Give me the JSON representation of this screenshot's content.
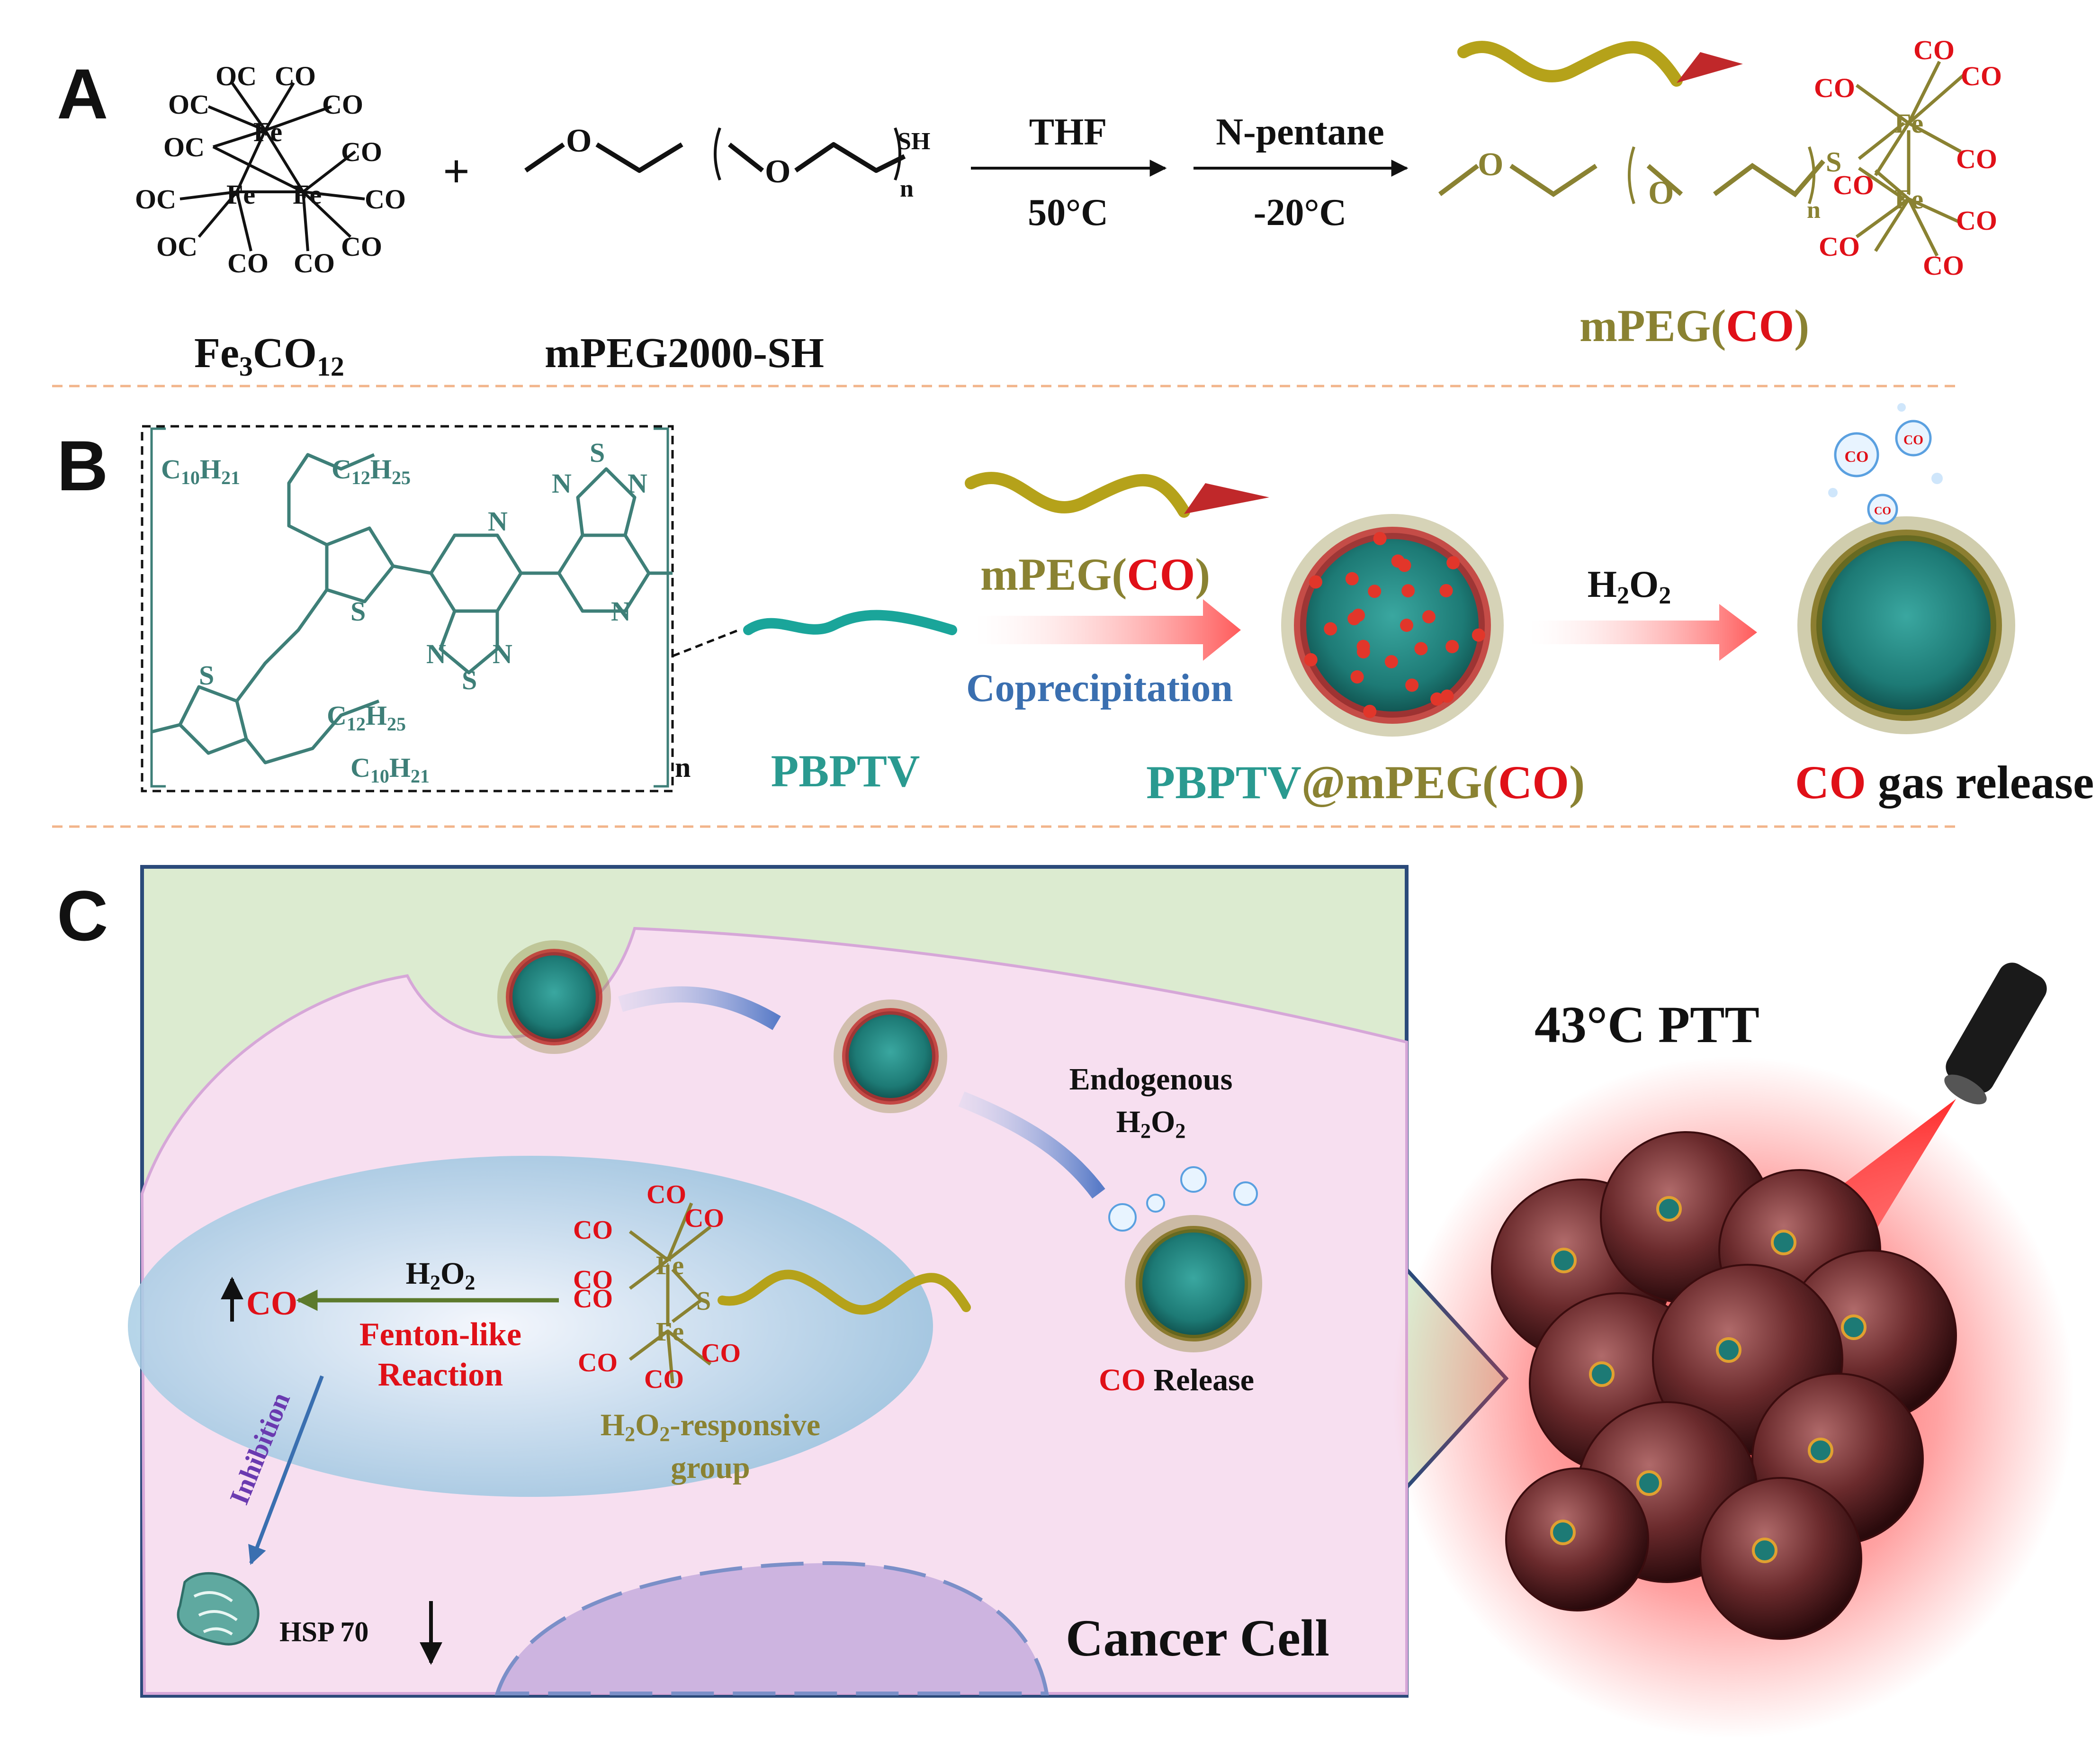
{
  "panels": {
    "a": "A",
    "b": "B",
    "c": "C"
  },
  "colors": {
    "olive": "#8a8232",
    "red": "#e01018",
    "teal": "#2a9a90",
    "blue_text": "#3a6fb0",
    "purple": "#6a3ab0",
    "dark": "#111111",
    "polymer": "#3e7f78"
  },
  "panel_a": {
    "plus": "+",
    "reagent1": {
      "co": "CO",
      "oc": "OC",
      "fe": "Fe",
      "name_base": "Fe",
      "name_sub1": "3",
      "name_mid": "CO",
      "name_sub2": "12"
    },
    "reagent2": {
      "o": "O",
      "sh": "SH",
      "n": "n",
      "name": "mPEG2000-SH"
    },
    "step1": {
      "top": "THF",
      "bottom": "50°C"
    },
    "step2": {
      "top": "N-pentane",
      "bottom": "-20°C"
    },
    "product": {
      "s": "S",
      "fe": "Fe",
      "co": "CO",
      "o": "O",
      "n": "n",
      "name_a": "mPEG(",
      "name_b": "CO",
      "name_c": ")"
    }
  },
  "panel_b": {
    "polymer": {
      "c10h21_a": "C",
      "sub10": "10",
      "h": "H",
      "sub21": "21",
      "c12h25_a": "C",
      "sub12": "12",
      "sub25": "25",
      "s": "S",
      "n_atom": "N",
      "n_repeat": "n"
    },
    "pbptv_label": "PBPTV",
    "reagent_label_a": "mPEG(",
    "reagent_label_b": "CO",
    "reagent_label_c": ")",
    "arrow1_label": "Coprecipitation",
    "np_label_a": "PBPTV",
    "np_label_b": "@mPEG(",
    "np_label_c": "CO",
    "np_label_d": ")",
    "arrow2_label_h": "H",
    "arrow2_label_sub2": "2",
    "arrow2_label_o": "O",
    "release_label_a": "CO",
    "release_label_b": " gas release",
    "bubble_text": "CO"
  },
  "panel_c": {
    "endogenous_line1": "Endogenous",
    "h": "H",
    "o": "O",
    "sub2": "2",
    "co_release_a": "CO",
    "co_release_b": " Release",
    "arrow_label_h2o2": "H2O2",
    "co_up": "CO",
    "fenton_line1": "Fenton-like",
    "fenton_line2": "Reaction",
    "responsive_line1_suffix": "-responsive",
    "responsive_line2": "group",
    "inhibition": "Inhibition",
    "hsp": "HSP 70",
    "cancer_cell": "Cancer Cell",
    "ptt": "43°C PTT",
    "complex": {
      "co": "CO",
      "fe": "Fe",
      "s": "S"
    }
  }
}
